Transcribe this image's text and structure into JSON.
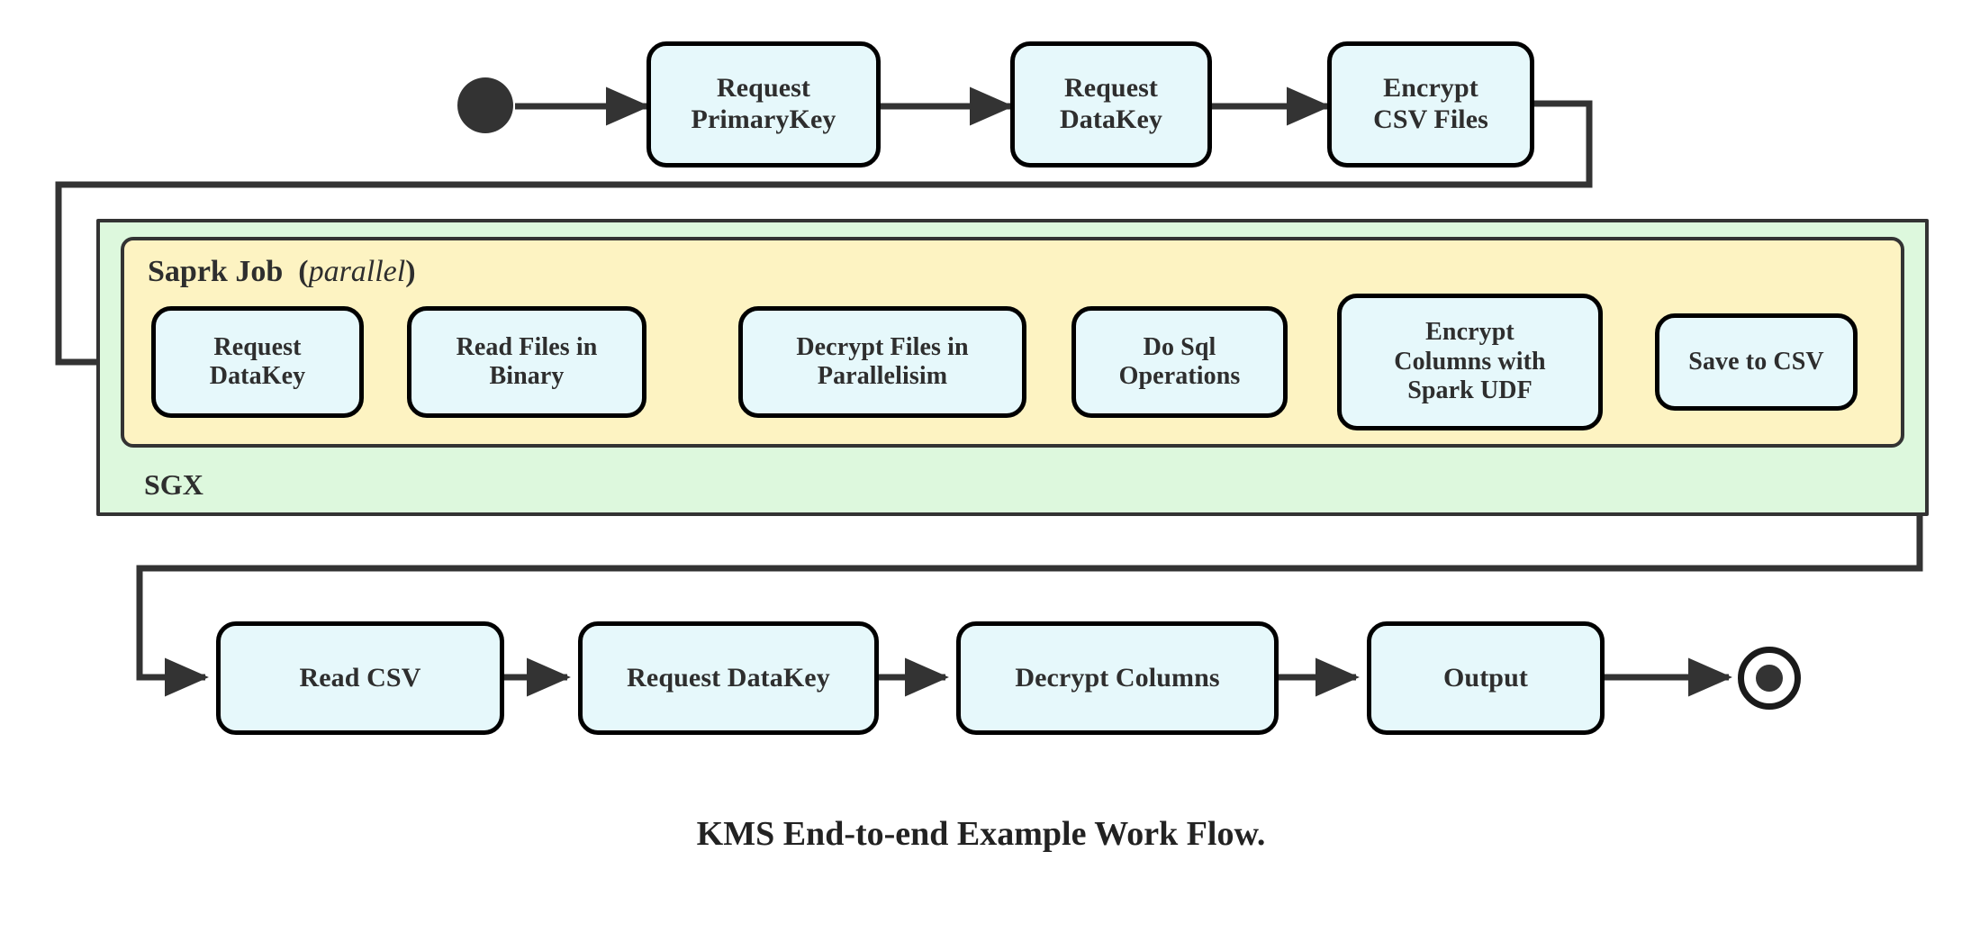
{
  "diagram": {
    "caption": "KMS End-to-end Example Work Flow.",
    "colors": {
      "node_fill": "#e6f8fb",
      "node_border": "#000000",
      "sgx_panel_fill": "#ddf8dd",
      "spark_panel_fill": "#fdf3c2",
      "panel_border": "#333333",
      "connector": "#333333",
      "text": "#2e2e2e",
      "background": "#ffffff"
    },
    "markers": {
      "start": "start-node",
      "end": "end-node"
    },
    "panels": {
      "sgx": {
        "label": "SGX"
      },
      "spark": {
        "label_bold": "Saprk Job",
        "label_paren_open": "(",
        "label_italic": "parallel",
        "label_paren_close": ")"
      }
    },
    "rows": {
      "top": {
        "nodes": [
          {
            "id": "request-primarykey",
            "lines": [
              "Request",
              "PrimaryKey"
            ]
          },
          {
            "id": "request-datakey-top",
            "lines": [
              "Request",
              "DataKey"
            ]
          },
          {
            "id": "encrypt-csv-files",
            "lines": [
              "Encrypt",
              "CSV Files"
            ]
          }
        ]
      },
      "spark": {
        "nodes": [
          {
            "id": "request-datakey-spark",
            "lines": [
              "Request",
              "DataKey"
            ]
          },
          {
            "id": "read-files-in-binary",
            "lines": [
              "Read Files in",
              "Binary"
            ]
          },
          {
            "id": "decrypt-files-in-parallelisim",
            "lines": [
              "Decrypt Files in",
              "Parallelisim"
            ]
          },
          {
            "id": "do-sql-operations",
            "lines": [
              "Do Sql",
              "Operations"
            ]
          },
          {
            "id": "encrypt-columns-with-spark-udf",
            "lines": [
              "Encrypt",
              "Columns with",
              "Spark UDF"
            ]
          },
          {
            "id": "save-to-csv",
            "lines": [
              "Save to CSV"
            ]
          }
        ]
      },
      "bottom": {
        "nodes": [
          {
            "id": "read-csv",
            "lines": [
              "Read CSV"
            ]
          },
          {
            "id": "request-datakey-bottom",
            "lines": [
              "Request DataKey"
            ]
          },
          {
            "id": "decrypt-columns",
            "lines": [
              "Decrypt Columns"
            ]
          },
          {
            "id": "output",
            "lines": [
              "Output"
            ]
          }
        ]
      }
    },
    "flow_edges": [
      "start -> Request PrimaryKey",
      "Request PrimaryKey -> Request DataKey",
      "Request DataKey -> Encrypt CSV Files",
      "Encrypt CSV Files -> Request DataKey (Spark Job)",
      "Request DataKey -> Read Files in Binary",
      "Read Files in Binary -> Decrypt Files in Parallelisim",
      "Decrypt Files in Parallelisim -> Do Sql Operations",
      "Do Sql Operations -> Encrypt Columns with Spark UDF",
      "Encrypt Columns with Spark UDF -> Save to CSV",
      "Save to CSV -> Read CSV",
      "Read CSV -> Request DataKey",
      "Request DataKey -> Decrypt Columns",
      "Decrypt Columns -> Output",
      "Output -> end"
    ]
  }
}
